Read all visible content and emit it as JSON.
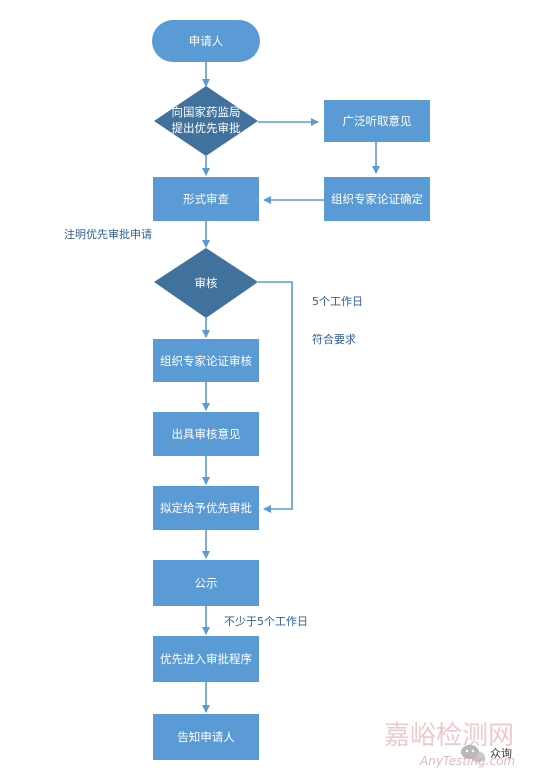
{
  "nodes": {
    "applicant": "申请人",
    "submit_line1": "向国家药监局",
    "submit_line2": "提出优先审批",
    "solicit_opinions": "广泛听取意见",
    "formal_review": "形式审查",
    "expert_confirm": "组织专家论证确定",
    "review": "审核",
    "expert_review": "组织专家论证审核",
    "issue_opinion": "出具审核意见",
    "propose_priority": "拟定给予优先审批",
    "publicity": "公示",
    "enter_priority": "优先进入审批程序",
    "notify_applicant": "告知申请人"
  },
  "notes": {
    "mark_priority": "注明优先审批申请",
    "five_workdays": "5个工作日",
    "meets_requirements": "符合要求",
    "not_less_than_5": "不少于5个工作日"
  },
  "watermark": {
    "site_cn": "嘉峪检测网",
    "site_en": "AnyTesting.com",
    "wechat_label": "众询"
  },
  "colors": {
    "node_fill": "#5b9bd5",
    "diamond_fill": "#41729e",
    "arrow": "#5b9bd5",
    "note_text": "#2e5f95"
  }
}
